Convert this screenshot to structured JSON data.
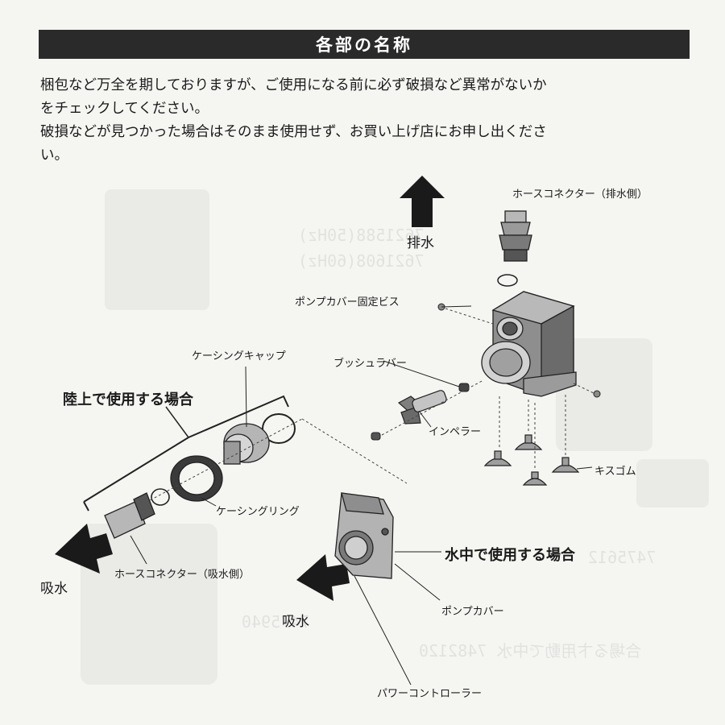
{
  "header": {
    "title": "各部の名称"
  },
  "intro": {
    "line1": "梱包など万全を期しておりますが、ご使用になる前に必ず破損など異常がないか",
    "line2": "をチェックしてください。",
    "line3": "破損などが見つかった場合はそのまま使用せず、お買い上げ店にお申し出くださ",
    "line4": "い。"
  },
  "labels": {
    "hose_connector_outlet": "ホースコネクター（排水側）",
    "discharge": "排水",
    "pump_cover_screw": "ポンプカバー固定ビス",
    "casing_cap": "ケーシングキャップ",
    "bush_rubber": "ブッシュラバー",
    "land_use": "陸上で使用する場合",
    "impeller": "インペラー",
    "suction_cup": "キスゴム",
    "casing_ring": "ケーシングリング",
    "submerged_use": "水中で使用する場合",
    "hose_connector_inlet": "ホースコネクター（吸水側）",
    "intake_left": "吸水",
    "intake_right": "吸水",
    "pump_cover": "ポンプカバー",
    "power_controller": "パワーコントローラー"
  },
  "background_text": {
    "model_50": "7621588(50Hz)",
    "model_60": "7621608(60Hz)",
    "model_a": "7475612",
    "model_b": "7475940",
    "land_note": "合場る卞用動で中水 7482120"
  }
}
